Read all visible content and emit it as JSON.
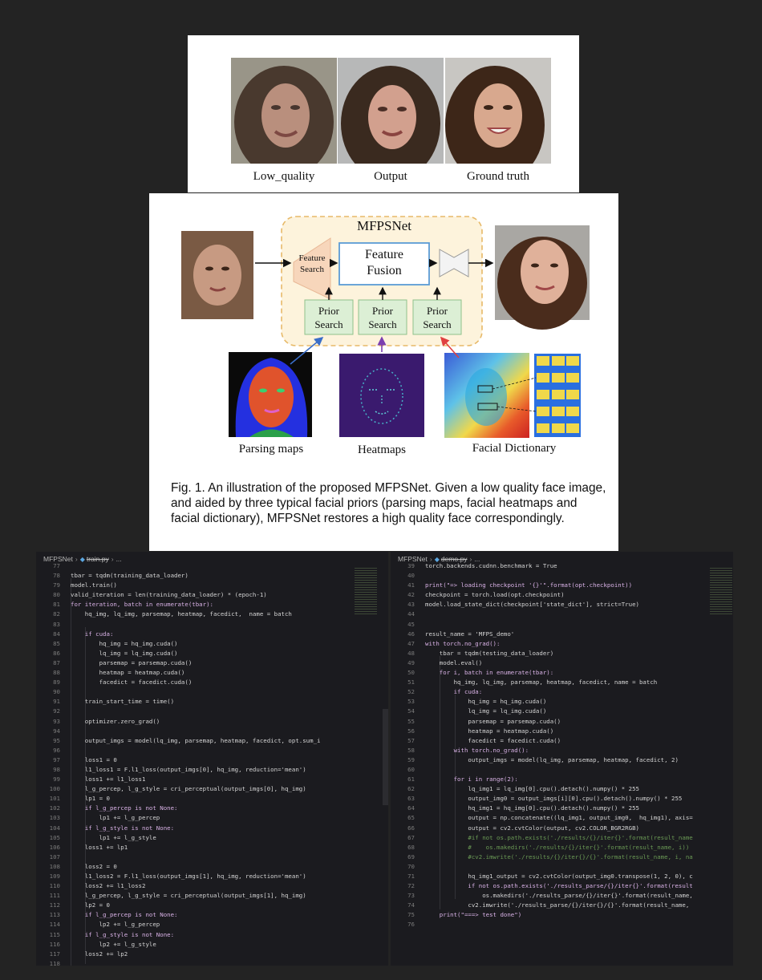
{
  "top_card": {
    "labels": [
      "Low_quality",
      "Output",
      "Ground truth"
    ]
  },
  "figure": {
    "title": "MFPSNet",
    "feature_search": [
      "Feature",
      "Search"
    ],
    "feature_fusion": [
      "Feature",
      "Fusion"
    ],
    "prior_search": [
      "Prior",
      "Search"
    ],
    "bottom_labels": [
      "Parsing maps",
      "Heatmaps",
      "Facial Dictionary"
    ],
    "caption": "Fig. 1.  An illustration of the proposed MFPSNet. Given a low quality face image, and aided by three typical facial priors (parsing maps, facial heatmaps and facial dictionary), MFPSNet restores a high quality face correspondingly."
  },
  "editors": {
    "left": {
      "breadcrumb_root": "MFPSNet",
      "breadcrumb_file": "train.py",
      "breadcrumb_more": "...",
      "lines": [
        {
          "n": "77",
          "t": ""
        },
        {
          "n": "78",
          "t": "tbar = tqdm(training_data_loader)"
        },
        {
          "n": "79",
          "t": "model.train()"
        },
        {
          "n": "80",
          "t": "valid_iteration = len(training_data_loader) * (epoch-1)"
        },
        {
          "n": "81",
          "t": "for iteration, batch in enumerate(tbar):"
        },
        {
          "n": "82",
          "t": "    hq_img, lq_img, parsemap, heatmap, facedict,  name = batch"
        },
        {
          "n": "83",
          "t": ""
        },
        {
          "n": "84",
          "t": "    if cuda:"
        },
        {
          "n": "85",
          "t": "        hq_img = hq_img.cuda()"
        },
        {
          "n": "86",
          "t": "        lq_img = lq_img.cuda()"
        },
        {
          "n": "87",
          "t": "        parsemap = parsemap.cuda()"
        },
        {
          "n": "88",
          "t": "        heatmap = heatmap.cuda()"
        },
        {
          "n": "89",
          "t": "        facedict = facedict.cuda()"
        },
        {
          "n": "90",
          "t": ""
        },
        {
          "n": "91",
          "t": "    train_start_time = time()"
        },
        {
          "n": "92",
          "t": ""
        },
        {
          "n": "93",
          "t": "    optimizer.zero_grad()"
        },
        {
          "n": "94",
          "t": ""
        },
        {
          "n": "95",
          "t": "    output_imgs = model(lq_img, parsemap, heatmap, facedict, opt.sum_i"
        },
        {
          "n": "96",
          "t": ""
        },
        {
          "n": "97",
          "t": "    loss1 = 0"
        },
        {
          "n": "98",
          "t": "    l1_loss1 = F.l1_loss(output_imgs[0], hq_img, reduction='mean')"
        },
        {
          "n": "99",
          "t": "    loss1 += l1_loss1"
        },
        {
          "n": "100",
          "t": "    l_g_percep, l_g_style = cri_perceptual(output_imgs[0], hq_img)"
        },
        {
          "n": "101",
          "t": "    lp1 = 0"
        },
        {
          "n": "102",
          "t": "    if l_g_percep is not None:"
        },
        {
          "n": "103",
          "t": "        lp1 += l_g_percep"
        },
        {
          "n": "104",
          "t": "    if l_g_style is not None:"
        },
        {
          "n": "105",
          "t": "        lp1 += l_g_style"
        },
        {
          "n": "106",
          "t": "    loss1 += lp1"
        },
        {
          "n": "107",
          "t": ""
        },
        {
          "n": "108",
          "t": "    loss2 = 0"
        },
        {
          "n": "109",
          "t": "    l1_loss2 = F.l1_loss(output_imgs[1], hq_img, reduction='mean')"
        },
        {
          "n": "110",
          "t": "    loss2 += l1_loss2"
        },
        {
          "n": "111",
          "t": "    l_g_percep, l_g_style = cri_perceptual(output_imgs[1], hq_img)"
        },
        {
          "n": "112",
          "t": "    lp2 = 0"
        },
        {
          "n": "113",
          "t": "    if l_g_percep is not None:"
        },
        {
          "n": "114",
          "t": "        lp2 += l_g_percep"
        },
        {
          "n": "115",
          "t": "    if l_g_style is not None:"
        },
        {
          "n": "116",
          "t": "        lp2 += l_g_style"
        },
        {
          "n": "117",
          "t": "    loss2 += lp2"
        },
        {
          "n": "118",
          "t": ""
        }
      ]
    },
    "right": {
      "breadcrumb_root": "MFPSNet",
      "breadcrumb_file": "demo.py",
      "breadcrumb_more": "...",
      "lines": [
        {
          "n": "39",
          "t": "torch.backends.cudnn.benchmark = True"
        },
        {
          "n": "40",
          "t": ""
        },
        {
          "n": "41",
          "t": "print(\"=> loading checkpoint '{}'\".format(opt.checkpoint))"
        },
        {
          "n": "42",
          "t": "checkpoint = torch.load(opt.checkpoint)"
        },
        {
          "n": "43",
          "t": "model.load_state_dict(checkpoint['state_dict'], strict=True)"
        },
        {
          "n": "44",
          "t": ""
        },
        {
          "n": "45",
          "t": ""
        },
        {
          "n": "46",
          "t": "result_name = 'MFPS_demo'"
        },
        {
          "n": "47",
          "t": "with torch.no_grad():"
        },
        {
          "n": "48",
          "t": "    tbar = tqdm(testing_data_loader)"
        },
        {
          "n": "49",
          "t": "    model.eval()"
        },
        {
          "n": "50",
          "t": "    for i, batch in enumerate(tbar):"
        },
        {
          "n": "51",
          "t": "        hq_img, lq_img, parsemap, heatmap, facedict, name = batch"
        },
        {
          "n": "52",
          "t": "        if cuda:"
        },
        {
          "n": "53",
          "t": "            hq_img = hq_img.cuda()"
        },
        {
          "n": "54",
          "t": "            lq_img = lq_img.cuda()"
        },
        {
          "n": "55",
          "t": "            parsemap = parsemap.cuda()"
        },
        {
          "n": "56",
          "t": "            heatmap = heatmap.cuda()"
        },
        {
          "n": "57",
          "t": "            facedict = facedict.cuda()"
        },
        {
          "n": "58",
          "t": "        with torch.no_grad():"
        },
        {
          "n": "59",
          "t": "            output_imgs = model(lq_img, parsemap, heatmap, facedict, 2)"
        },
        {
          "n": "60",
          "t": ""
        },
        {
          "n": "61",
          "t": "        for i in range(2):"
        },
        {
          "n": "62",
          "t": "            lq_img1 = lq_img[0].cpu().detach().numpy() * 255"
        },
        {
          "n": "63",
          "t": "            output_img0 = output_imgs[i][0].cpu().detach().numpy() * 255"
        },
        {
          "n": "64",
          "t": "            hq_img1 = hq_img[0].cpu().detach().numpy() * 255"
        },
        {
          "n": "65",
          "t": "            output = np.concatenate((lq_img1, output_img0,  hq_img1), axis="
        },
        {
          "n": "66",
          "t": "            output = cv2.cvtColor(output, cv2.COLOR_BGR2RGB)"
        },
        {
          "n": "67",
          "t": "            #if not os.path.exists('./results/{}/iter{}'.format(result_name"
        },
        {
          "n": "68",
          "t": "            #    os.makedirs('./results/{}/iter{}'.format(result_name, i))"
        },
        {
          "n": "69",
          "t": "            #cv2.imwrite('./results/{}/iter{}/{}'.format(result_name, i, na"
        },
        {
          "n": "70",
          "t": ""
        },
        {
          "n": "71",
          "t": "            hq_img1_output = cv2.cvtColor(output_img0.transpose(1, 2, 0), c"
        },
        {
          "n": "72",
          "t": "            if not os.path.exists('./results_parse/{}/iter{}'.format(result"
        },
        {
          "n": "73",
          "t": "                os.makedirs('./results_parse/{}/iter{}'.format(result_name,"
        },
        {
          "n": "74",
          "t": "            cv2.imwrite('./results_parse/{}/iter{}/{}'.format(result_name,"
        },
        {
          "n": "75",
          "t": "    print(\"===> test done\")"
        },
        {
          "n": "76",
          "t": ""
        }
      ]
    }
  }
}
